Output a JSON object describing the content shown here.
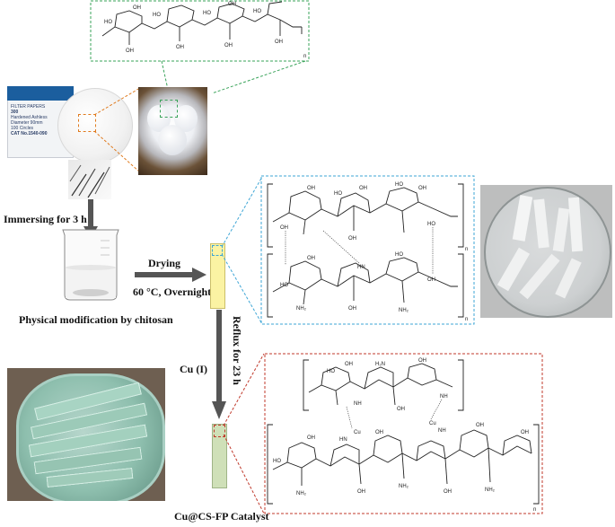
{
  "labels": {
    "immersing": "Immersing for 3 h",
    "physical_modification": "Physical modification by chitosan",
    "drying": "Drying",
    "drying_conditions": "60 °C, Overnight",
    "reflux": "Reflux for 23 h",
    "copper": "Cu (I)",
    "catalyst": "Cu@CS-FP Catalyst"
  },
  "filter_box": {
    "line1": "FILTER PAPERS",
    "line2": "300",
    "line3": "Hardened Ashless",
    "line4": "Diameter 90mm",
    "line5": "100 Circles",
    "cat": "CAT No.1540-090"
  },
  "chem": {
    "oh": "OH",
    "ho": "HO",
    "nh2": "NH₂",
    "hn": "HN",
    "nh": "NH",
    "h2n": "H₂N",
    "cu": "Cu",
    "n": "n",
    "o": "O"
  },
  "colors": {
    "cellulose_box": "#3aa35a",
    "chitosan_box": "#3ea6d6",
    "copper_box": "#c0392b",
    "orange_box": "#e07b1f",
    "yellow_strip": "#fbf3a3",
    "green_strip": "#cfe0b8",
    "arrow": "#555555"
  }
}
